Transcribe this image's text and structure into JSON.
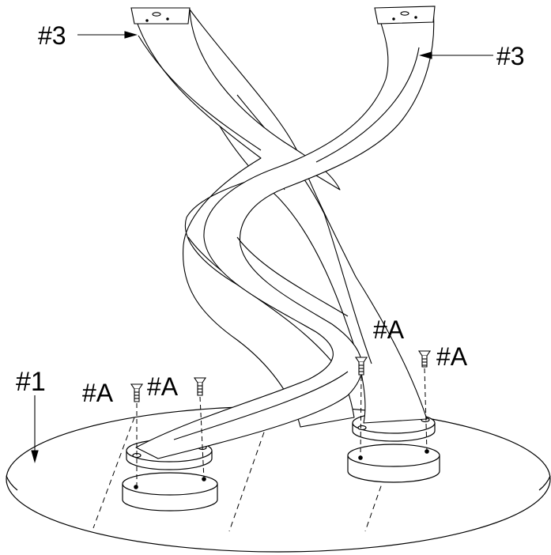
{
  "labels": {
    "part_3_left": "#3",
    "part_3_right": "#3",
    "part_1": "#1",
    "screw_a_1": "#A",
    "screw_a_2": "#A",
    "screw_a_3": "#A",
    "screw_a_4": "#A"
  },
  "colors": {
    "line": "#000000",
    "background": "#ffffff"
  }
}
